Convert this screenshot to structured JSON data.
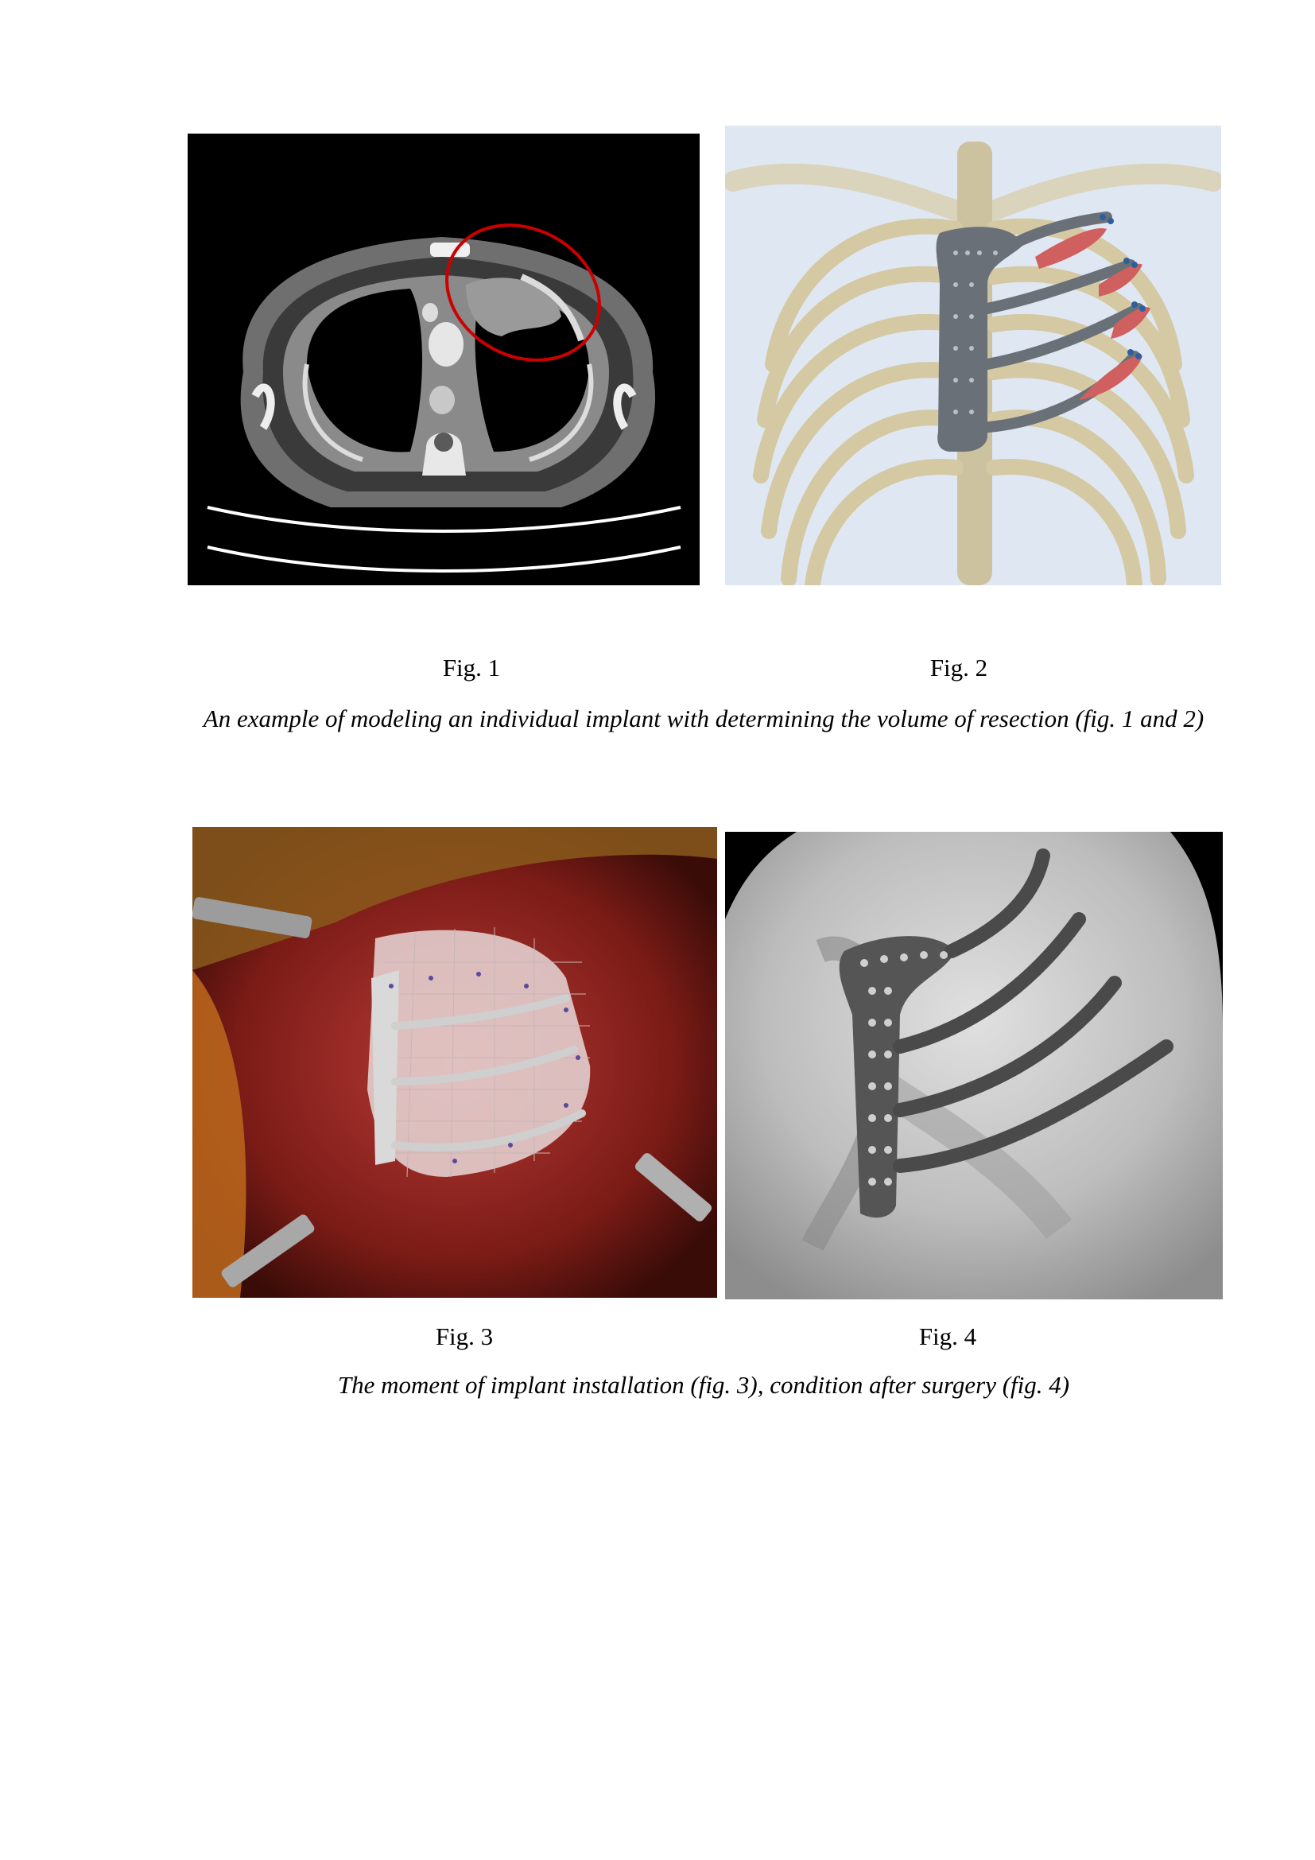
{
  "figures": [
    {
      "label": "Fig. 1"
    },
    {
      "label": "Fig. 2"
    },
    {
      "label": "Fig. 3"
    },
    {
      "label": "Fig. 4"
    }
  ],
  "captions": {
    "top": "An example of modeling an individual implant with determining the volume of resection (fig. 1 and 2)",
    "bottom": "The moment of implant installation (fig. 3), condition after surgery (fig. 4)"
  }
}
